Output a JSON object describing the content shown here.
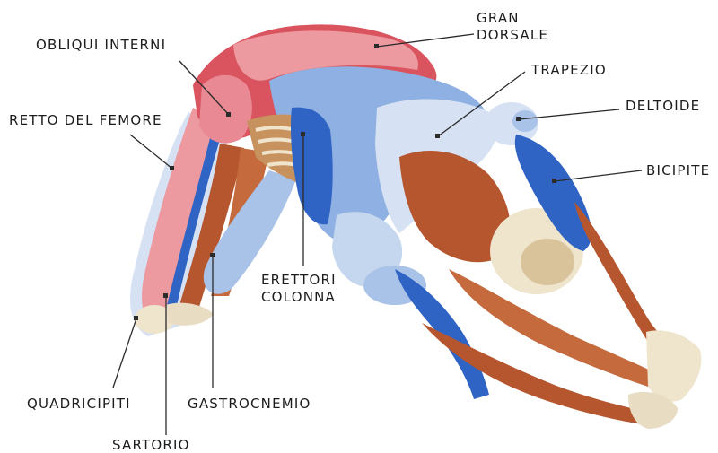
{
  "labels": {
    "gran_dorsale_line1": "GRAN",
    "gran_dorsale_line2": "DORSALE",
    "obliqui_interni": "OBLIQUI INTERNI",
    "trapezio": "TRAPEZIO",
    "deltoide": "DELTOIDE",
    "retto_del_femore": "RETTO DEL FEMORE",
    "bicipite": "BICIPITE",
    "erettori_line1": "ERETTORI",
    "erettori_line2": "COLONNA",
    "quadricipiti": "QUADRICIPITI",
    "gastrocnemio": "GASTROCNEMIO",
    "sartorio": "SARTORIO"
  },
  "colors": {
    "highlight_primary": "#2f63c4",
    "highlight_secondary": "#a9c2e8",
    "highlight_pale": "#d6e2f3",
    "muscle_red": "#d9545f",
    "muscle_pink": "#ec9aa0",
    "muscle_brown": "#b5562e",
    "bone": "#efe4cc",
    "leader_line": "#2b2b2b"
  }
}
